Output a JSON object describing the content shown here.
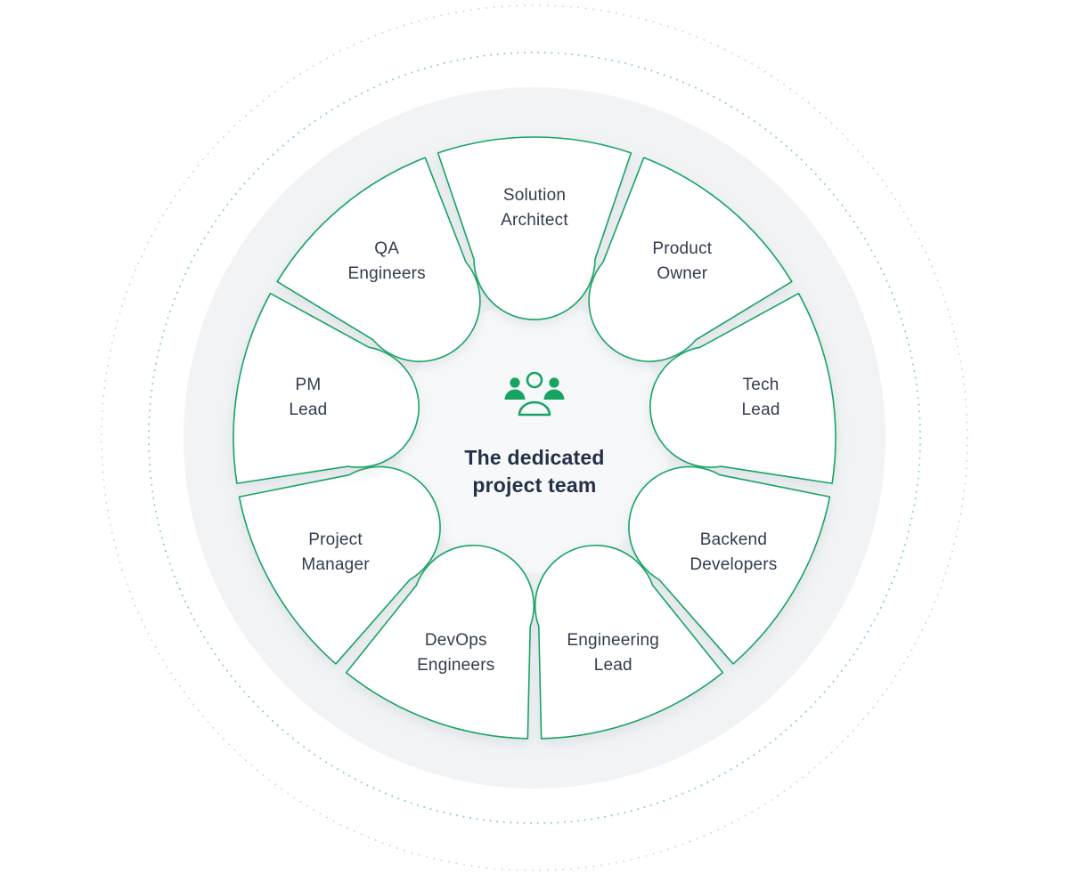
{
  "diagram": {
    "center": {
      "icon": "team-people-icon",
      "title_line1": "The dedicated",
      "title_line2": "project team"
    },
    "segments": [
      {
        "line1": "Solution",
        "line2": "Architect"
      },
      {
        "line1": "Product",
        "line2": "Owner"
      },
      {
        "line1": "Tech",
        "line2": "Lead"
      },
      {
        "line1": "Backend",
        "line2": "Developers"
      },
      {
        "line1": "Engineering",
        "line2": "Lead"
      },
      {
        "line1": "DevOps",
        "line2": "Engineers"
      },
      {
        "line1": "Project",
        "line2": "Manager"
      },
      {
        "line1": "PM",
        "line2": "Lead"
      },
      {
        "line1": "QA",
        "line2": "Engineers"
      }
    ],
    "colors": {
      "accent_green": "#17a463",
      "dotted_ring_green": "#2fae71",
      "outer_ring_gray": "#c6d2cf",
      "disc_gray": "#f1f3f5",
      "center_gray": "#f7f8fa",
      "segment_fill": "#ffffff",
      "label_text": "#323c4d",
      "title_text": "#233047"
    }
  }
}
